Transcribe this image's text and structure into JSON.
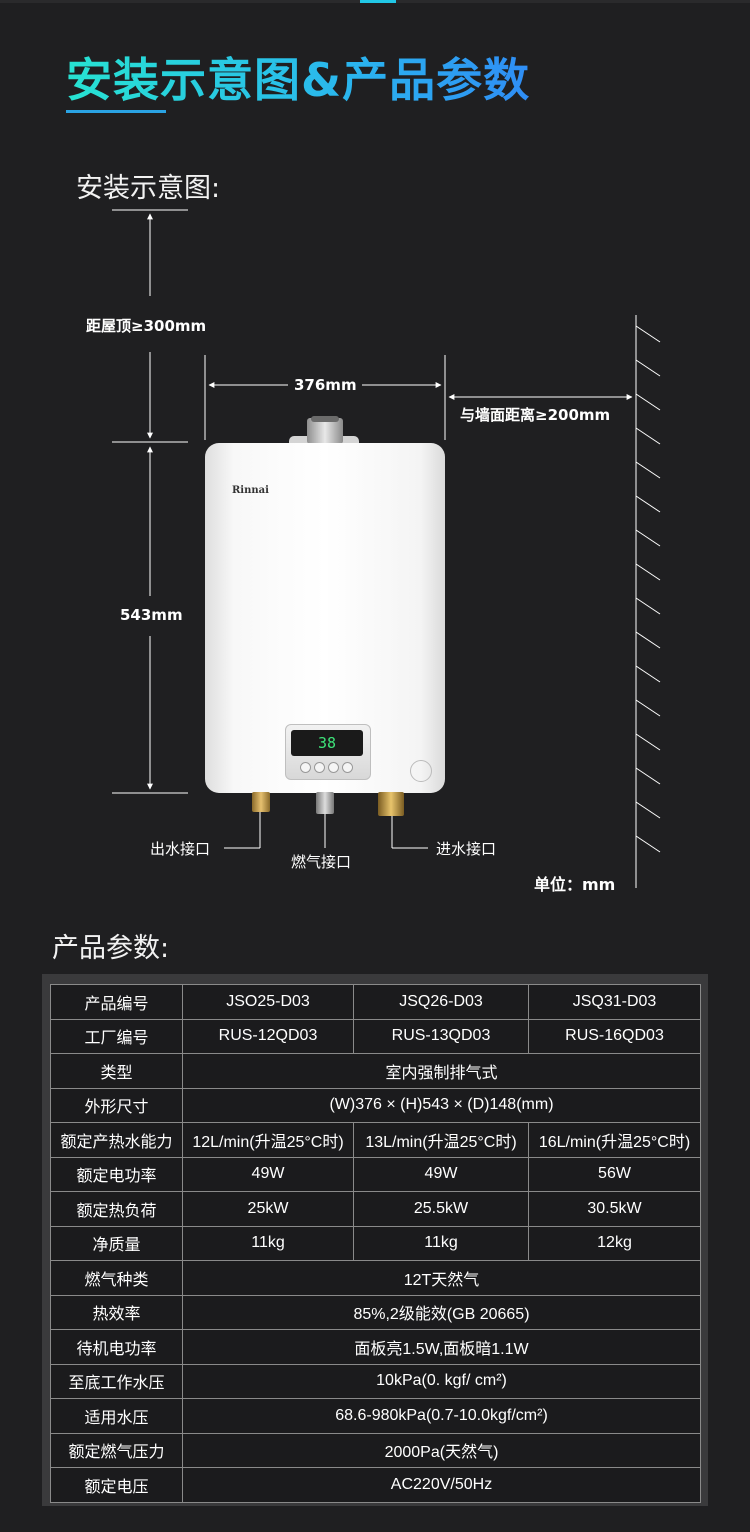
{
  "header": {
    "title": "安装示意图&产品参数"
  },
  "install": {
    "label": "安装示意图:",
    "ceiling_distance": "距屋顶≥300mm",
    "width": "376mm",
    "wall_distance": "与墙面距离≥200mm",
    "height": "543mm",
    "brand": "Rinnai",
    "display_value": "38",
    "water_out": "出水接口",
    "gas_in": "燃气接口",
    "water_in": "进水接口",
    "unit": "单位：mm"
  },
  "params": {
    "label": "产品参数:",
    "rows": [
      {
        "name": "产品编号",
        "values": [
          "JSO25-D03",
          "JSQ26-D03",
          "JSQ31-D03"
        ]
      },
      {
        "name": "工厂编号",
        "values": [
          "RUS-12QD03",
          "RUS-13QD03",
          "RUS-16QD03"
        ]
      },
      {
        "name": "类型",
        "values": [
          "室内强制排气式"
        ]
      },
      {
        "name": "外形尺寸",
        "values": [
          "(W)376 × (H)543 × (D)148(mm)"
        ]
      },
      {
        "name": "额定产热水能力",
        "values": [
          "12L/min(升温25°C时)",
          "13L/min(升温25°C时)",
          "16L/min(升温25°C时)"
        ]
      },
      {
        "name": "额定电功率",
        "values": [
          "49W",
          "49W",
          "56W"
        ]
      },
      {
        "name": "额定热负荷",
        "values": [
          "25kW",
          "25.5kW",
          "30.5kW"
        ]
      },
      {
        "name": "净质量",
        "values": [
          "11kg",
          "11kg",
          "12kg"
        ]
      },
      {
        "name": "燃气种类",
        "values": [
          "12T天然气"
        ]
      },
      {
        "name": "热效率",
        "values": [
          "85%,2级能效(GB 20665)"
        ]
      },
      {
        "name": "待机电功率",
        "values": [
          "面板亮1.5W,面板暗1.1W"
        ]
      },
      {
        "name": "至底工作水压",
        "values": [
          "10kPa(0. kgf/ cm²)"
        ]
      },
      {
        "name": "适用水压",
        "values": [
          "68.6-980kPa(0.7-10.0kgf/cm²)"
        ]
      },
      {
        "name": "额定燃气压力",
        "values": [
          "2000Pa(天然气)"
        ]
      },
      {
        "name": "额定电压",
        "values": [
          "AC220V/50Hz"
        ]
      }
    ]
  },
  "colors": {
    "background": "#1f1f21",
    "accent": "#2ab6ee",
    "display": "#3ee37a"
  }
}
